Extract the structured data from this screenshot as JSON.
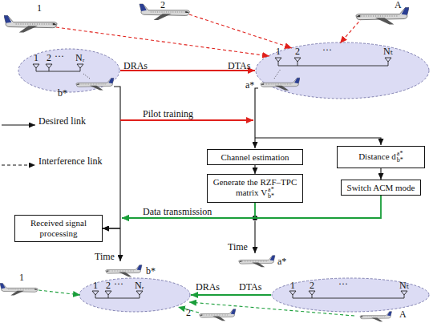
{
  "diagram": {
    "nodes": [
      {
        "text": [
          "1",
          "2",
          "···",
          "Nᵣ"
        ]
      },
      {
        "text": [
          "1",
          "2",
          "···",
          "Nₜ"
        ]
      },
      {
        "text": [
          "Channel estimation"
        ]
      },
      {
        "text": [
          "Distance d",
          "a*",
          "b*"
        ]
      },
      {
        "text": [
          "Generate the RZF–TPC matrix V",
          "a*",
          "b*"
        ]
      },
      {
        "text": [
          "Switch ACM mode"
        ]
      },
      {
        "text": [
          "Received signal processing"
        ]
      },
      {
        "text": [
          "1",
          "2",
          "···",
          "Nᵣ"
        ]
      },
      {
        "text": [
          "1",
          "2",
          "···",
          "Nₜ"
        ]
      }
    ],
    "edges": [
      {
        "from": 0,
        "to": 1,
        "arrow": "to"
      },
      {
        "from": 2,
        "to": 4,
        "arrow": "to"
      },
      {
        "from": 3,
        "to": 5,
        "arrow": "to"
      },
      {
        "from": 4,
        "to": 6,
        "label": "Data transmission",
        "arrow": "to"
      },
      {
        "from": 5,
        "to": 6,
        "arrow": "to"
      },
      {
        "from": 8,
        "to": 7,
        "arrow": "to"
      }
    ],
    "labels": [
      "1",
      "2",
      "A",
      "DRAs",
      "DTAs",
      "b*",
      "a*",
      "Pilot training",
      "Time",
      "b*",
      "Time",
      "a*",
      "DRAs",
      "DTAs",
      "1",
      "2",
      "A"
    ],
    "legend": [
      {
        "text": "Desired link"
      },
      {
        "text": "Interference link"
      }
    ]
  }
}
